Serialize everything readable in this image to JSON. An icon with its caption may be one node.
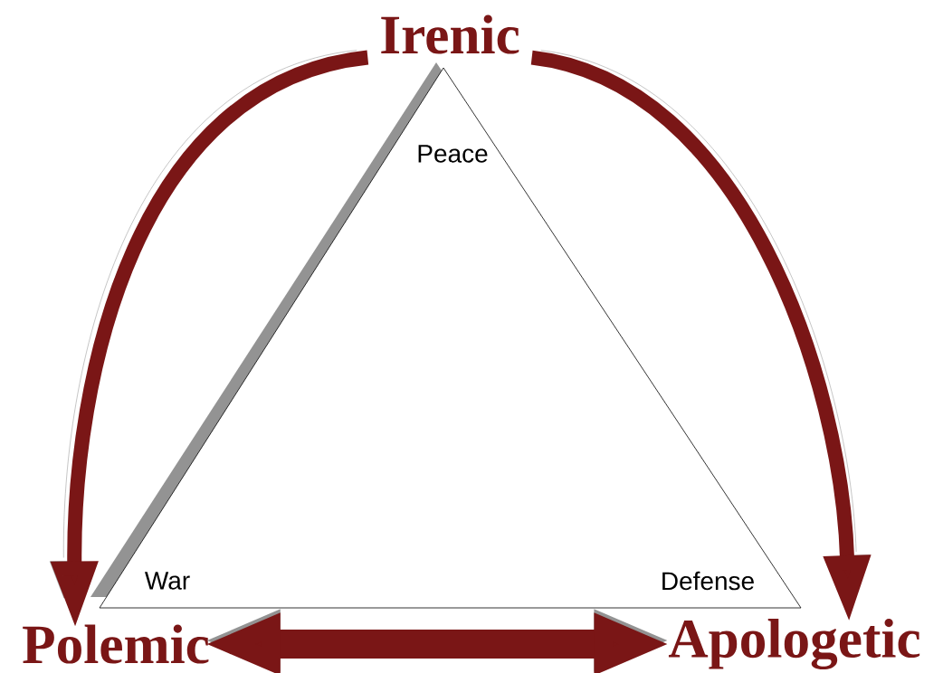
{
  "diagram": {
    "nodes": [
      {
        "text": [
          "Irenic"
        ]
      },
      {
        "text": [
          "Polemic"
        ]
      },
      {
        "text": [
          "Apologetic"
        ]
      },
      {
        "text": [
          "Peace",
          "War",
          "Defense"
        ]
      }
    ],
    "edges": [
      {
        "from": 0,
        "to": 1,
        "arrow": "to"
      },
      {
        "from": 0,
        "to": 2,
        "arrow": "to"
      },
      {
        "from": 1,
        "to": 2,
        "arrow": "both",
        "style": "thick",
        "color": "#7a1616"
      }
    ]
  }
}
